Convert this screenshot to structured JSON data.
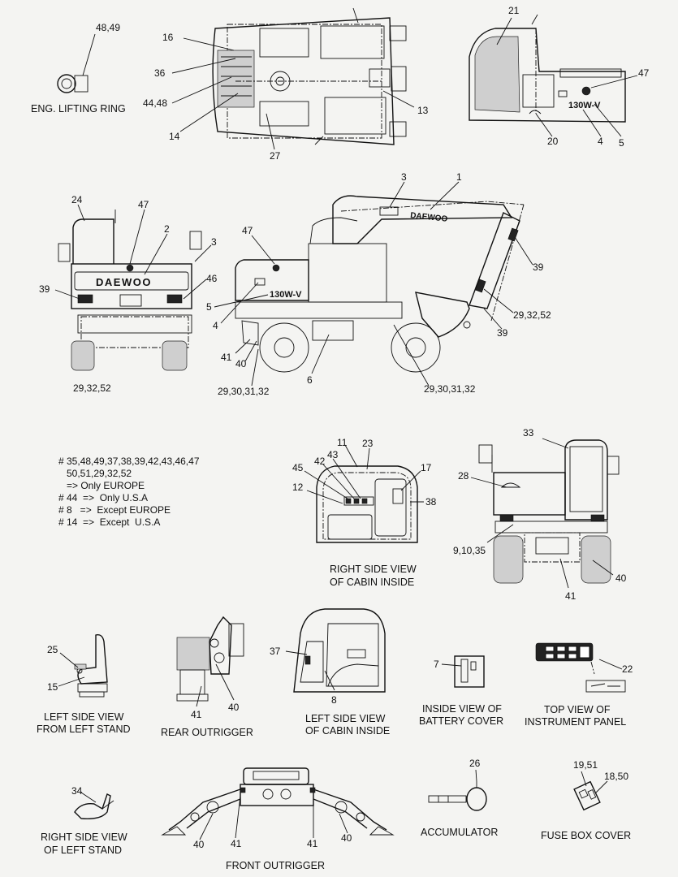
{
  "labels": {
    "l_48_49": "48,49",
    "l_16": "16",
    "l_36": "36",
    "l_44_48": "44,48",
    "l_14": "14",
    "l_27": "27",
    "l_13": "13",
    "l_21": "21",
    "l_47a": "47",
    "l_20": "20",
    "l_4a": "4",
    "l_5a": "5",
    "l_3a": "3",
    "l_1": "1",
    "l_24": "24",
    "l_47b": "47",
    "l_2": "2",
    "l_3b": "3",
    "l_39a": "39",
    "l_46": "46",
    "l_29_32_52a": "29,32,52",
    "l_47c": "47",
    "l_5b": "5",
    "l_4b": "4",
    "l_39b": "39",
    "l_29_32_52b": "29,32,52",
    "l_39c": "39",
    "l_41a": "41",
    "l_40a": "40",
    "l_6": "6",
    "l_29_30_31_32a": "29,30,31,32",
    "l_29_30_31_32b": "29,30,31,32",
    "l_11": "11",
    "l_23": "23",
    "l_43": "43",
    "l_42": "42",
    "l_45": "45",
    "l_17": "17",
    "l_12": "12",
    "l_38": "38",
    "l_33": "33",
    "l_28": "28",
    "l_9_10_35": "9,10,35",
    "l_40b": "40",
    "l_41b": "41",
    "l_25": "25",
    "l_15": "15",
    "l_41c": "41",
    "l_40c": "40",
    "l_37": "37",
    "l_8": "8",
    "l_7": "7",
    "l_22": "22",
    "l_26": "26",
    "l_19_51": "19,51",
    "l_18_50": "18,50",
    "l_34": "34",
    "l_40d": "40",
    "l_41d": "41",
    "l_41e": "41",
    "l_40e": "40"
  },
  "captions": {
    "lifting_ring": "ENG. LIFTING RING",
    "right_cabin_1": "RIGHT SIDE VIEW",
    "right_cabin_2": "OF CABIN INSIDE",
    "left_stand_1": "LEFT SIDE VIEW",
    "left_stand_2": "FROM LEFT STAND",
    "rear_outrigger": "REAR OUTRIGGER",
    "left_cabin_1": "LEFT SIDE VIEW",
    "left_cabin_2": "OF CABIN INSIDE",
    "battery_1": "INSIDE VIEW OF",
    "battery_2": "BATTERY COVER",
    "instrument_1": "TOP VIEW OF",
    "instrument_2": "INSTRUMENT PANEL",
    "right_stand_1": "RIGHT SIDE VIEW",
    "right_stand_2": "OF LEFT STAND",
    "accumulator": "ACCUMULATOR",
    "fuse_box": "FUSE BOX COVER",
    "front_outrigger": "FRONT OUTRIGGER"
  },
  "notes": [
    "# 35,48,49,37,38,39,42,43,46,47",
    "50,51,29,32,52",
    "=> Only EUROPE",
    "# 44  =>  Only U.S.A",
    "# 8   =>  Except EUROPE",
    "# 14  =>  Except  U.S.A"
  ],
  "decals": {
    "brand": "DAEWOO",
    "model": "130W-V"
  }
}
